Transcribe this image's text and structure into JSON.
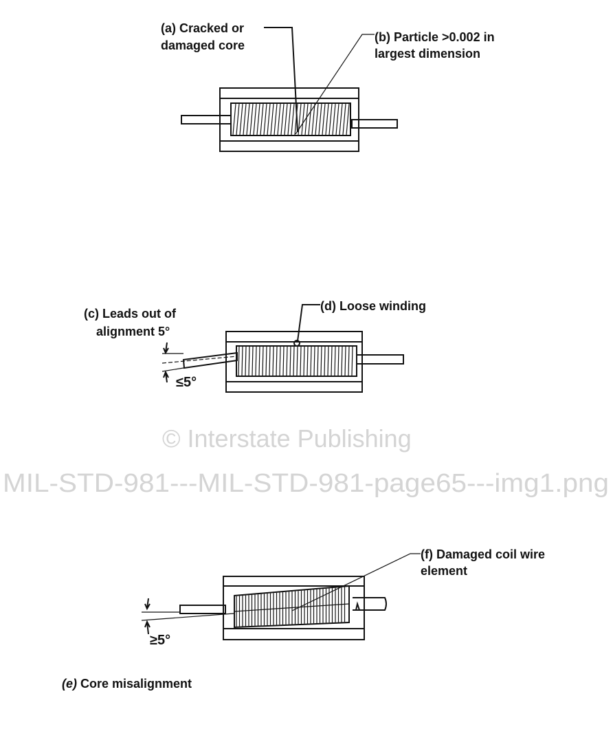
{
  "figure_1": {
    "label_a_line1": "(a) Cracked or",
    "label_a_line2": "damaged core",
    "label_b_line1": "(b) Particle >0.002 in",
    "label_b_line2": "largest dimension"
  },
  "figure_2": {
    "label_c_line1": "(c) Leads out of",
    "label_c_line2": "alignment 5°",
    "label_d": "(d) Loose winding",
    "angle_label": "≤5°"
  },
  "figure_3": {
    "label_f_line1": "(f) Damaged coil wire",
    "label_f_line2": "element",
    "angle_label": "≥5°",
    "caption_prefix": "(e)",
    "caption": " Core misalignment"
  },
  "watermark": {
    "line1": "© Interstate Publishing",
    "line2": "MIL-STD-981---MIL-STD-981-page65---img1.png"
  }
}
